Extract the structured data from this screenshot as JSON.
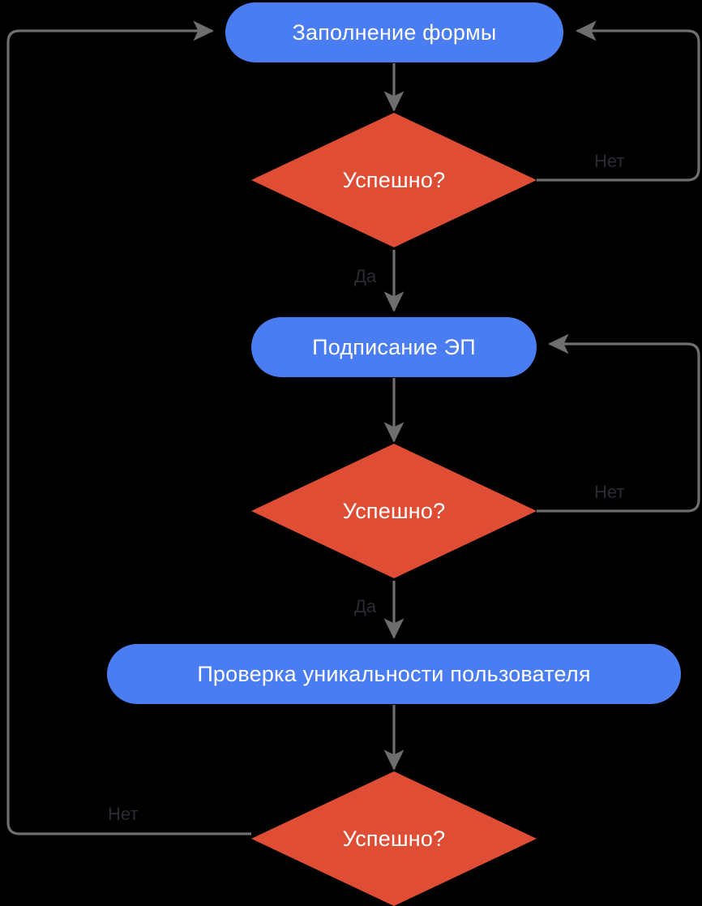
{
  "diagram": {
    "type": "flowchart",
    "title": "",
    "background_color": "#000000",
    "process_color": "#4a7cf2",
    "decision_color": "#df4e34",
    "edge_color": "#6e6e6e",
    "edge_label_color": "#2b2b33",
    "node_text_color": "#ffffff",
    "nodes": [
      {
        "id": "fill-form",
        "shape": "process",
        "label": "Заполнение формы"
      },
      {
        "id": "decision-1",
        "shape": "decision",
        "label": "Успешно?"
      },
      {
        "id": "sign-es",
        "shape": "process",
        "label": "Подписание ЭП"
      },
      {
        "id": "decision-2",
        "shape": "decision",
        "label": "Успешно?"
      },
      {
        "id": "check-uniqueness",
        "shape": "process",
        "label": "Проверка уникальности пользователя"
      },
      {
        "id": "decision-3",
        "shape": "decision",
        "label": "Успешно?"
      }
    ],
    "edges": [
      {
        "from": "fill-form",
        "to": "decision-1",
        "label": ""
      },
      {
        "from": "decision-1",
        "to": "fill-form",
        "label": "Нет"
      },
      {
        "from": "decision-1",
        "to": "sign-es",
        "label": "Да"
      },
      {
        "from": "decision-2",
        "to": "sign-es",
        "label": "Нет"
      },
      {
        "from": "sign-es",
        "to": "decision-2",
        "label": ""
      },
      {
        "from": "decision-2",
        "to": "check-uniqueness",
        "label": "Да"
      },
      {
        "from": "check-uniqueness",
        "to": "decision-3",
        "label": ""
      },
      {
        "from": "decision-3",
        "to": "fill-form",
        "label": "Нет"
      }
    ],
    "edge_labels": {
      "no_1": "Нет",
      "yes_1": "Да",
      "no_2": "Нет",
      "yes_2": "Да",
      "no_3": "Нет"
    }
  }
}
